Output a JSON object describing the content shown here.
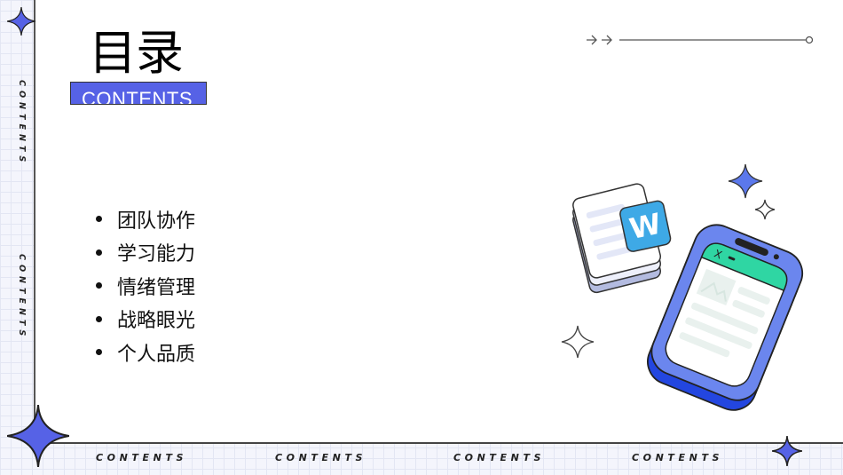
{
  "slide": {
    "title": "目录",
    "subtitle": "CONTENTS",
    "items": [
      {
        "label": "团队协作"
      },
      {
        "label": "学习能力"
      },
      {
        "label": "情绪管理"
      },
      {
        "label": "战略眼光"
      },
      {
        "label": "个人品质"
      }
    ]
  },
  "decor": {
    "side_labels": [
      "CONTENTS",
      "CONTENTS"
    ],
    "bottom_labels": [
      "CONTENTS",
      "CONTENTS",
      "CONTENTS",
      "CONTENTS"
    ],
    "illustration": {
      "document_badge": "W",
      "phone_window_close": "X"
    },
    "colors": {
      "accent_blue": "#5662e6",
      "badge_blue": "#3ea9e6",
      "phone_green": "#2fd6a3",
      "phone_dark_blue": "#2346e0",
      "phone_light_blue": "#6b86ee",
      "grid_bg": "#f4f5fc"
    }
  }
}
